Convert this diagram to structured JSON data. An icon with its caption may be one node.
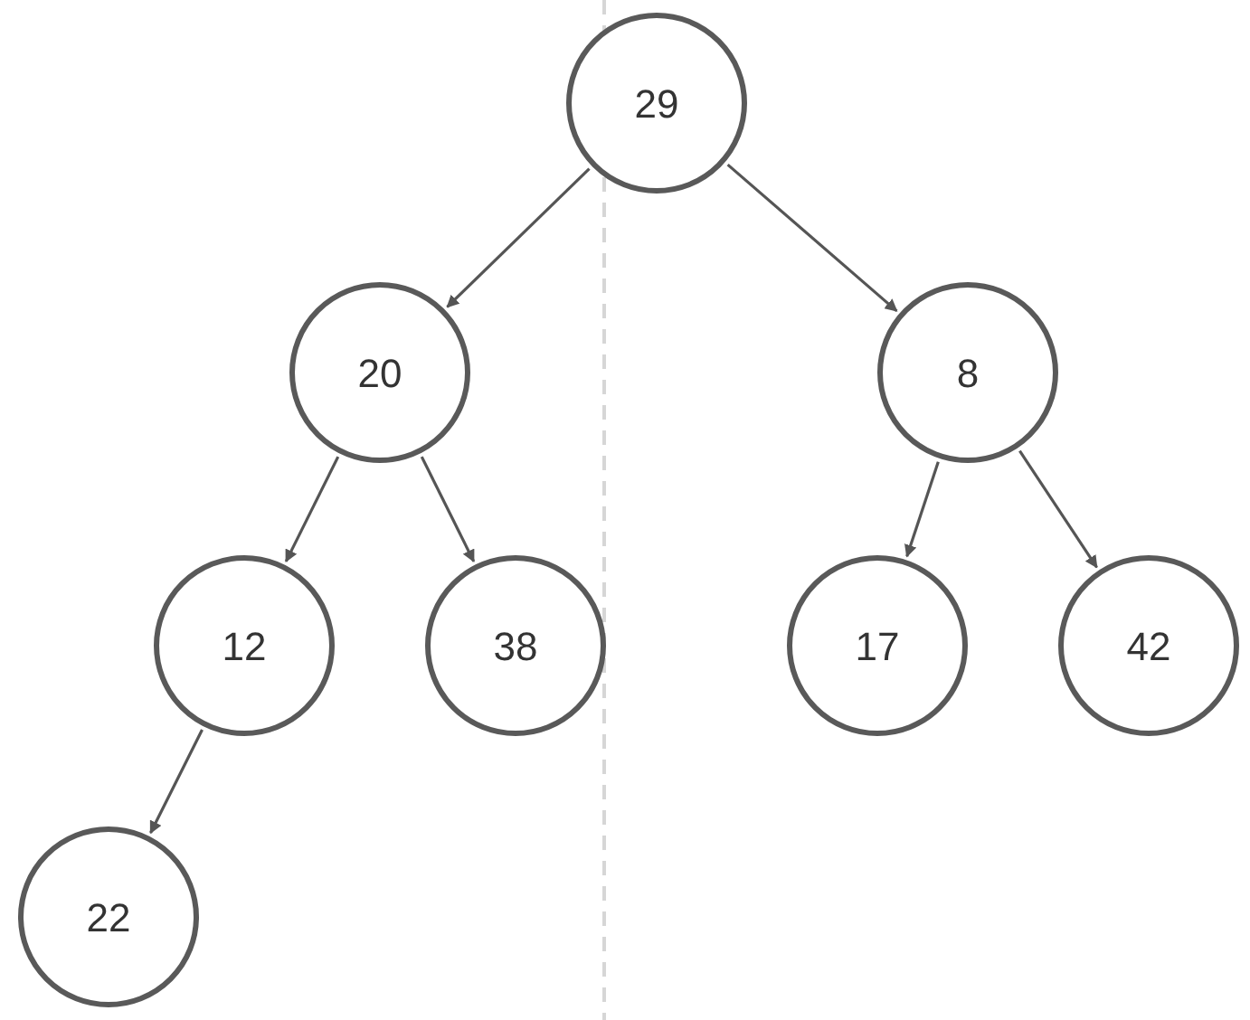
{
  "diagram": {
    "nodes": [
      {
        "text": [
          "29"
        ]
      },
      {
        "text": [
          "20"
        ]
      },
      {
        "text": [
          "8"
        ]
      },
      {
        "text": [
          "12"
        ]
      },
      {
        "text": [
          "38"
        ]
      },
      {
        "text": [
          "17"
        ]
      },
      {
        "text": [
          "42"
        ]
      },
      {
        "text": [
          "22"
        ]
      }
    ],
    "edges": [
      {
        "from": 0,
        "to": 1,
        "arrow": "to"
      },
      {
        "from": 0,
        "to": 2,
        "arrow": "to"
      },
      {
        "from": 1,
        "to": 3,
        "arrow": "to"
      },
      {
        "from": 1,
        "to": 4,
        "arrow": "to"
      },
      {
        "from": 2,
        "to": 5,
        "arrow": "to"
      },
      {
        "from": 2,
        "to": 6,
        "arrow": "to"
      },
      {
        "from": 3,
        "to": 7,
        "arrow": "to"
      }
    ]
  }
}
